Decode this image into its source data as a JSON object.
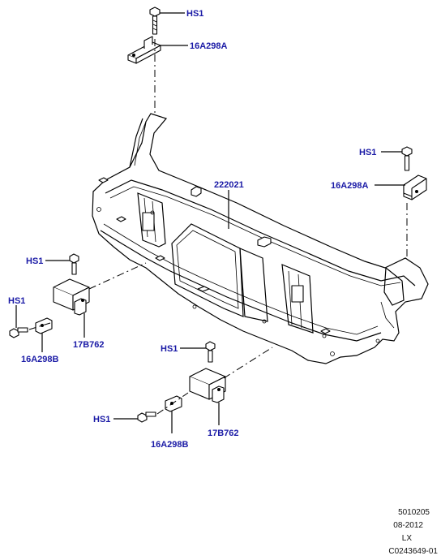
{
  "labels": {
    "hs1_top": "HS1",
    "bracket_top": "16A298A",
    "panel": "222021",
    "hs1_right": "HS1",
    "bracket_right": "16A298A",
    "hs1_left_upper": "HS1",
    "hs1_left_lower": "HS1",
    "bracket_left_b": "16A298B",
    "support_left": "17B762",
    "hs1_center_upper": "HS1",
    "hs1_center_lower": "HS1",
    "bracket_center_b": "16A298B",
    "support_center": "17B762"
  },
  "footer": {
    "code1": "5010205",
    "date": "08-2012",
    "model": "LX",
    "image_ref": "C0243649-01"
  },
  "colors": {
    "label": "#1a1aa6",
    "line": "#000000"
  }
}
